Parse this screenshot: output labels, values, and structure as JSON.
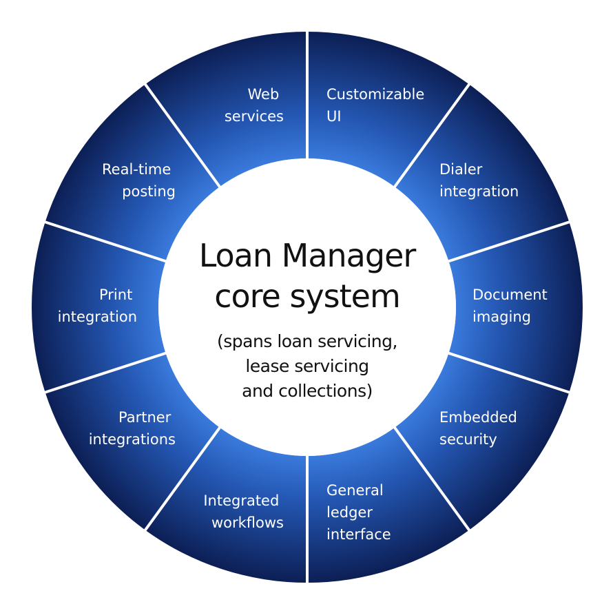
{
  "center": {
    "title_lines": [
      "Loan Manager",
      "core system"
    ],
    "subtitle_lines": [
      "(spans loan servicing,",
      "lease servicing",
      "and collections)"
    ]
  },
  "segments": [
    {
      "lines": [
        "Customizable",
        "UI"
      ]
    },
    {
      "lines": [
        "Dialer",
        "integration"
      ]
    },
    {
      "lines": [
        "Document",
        "imaging"
      ]
    },
    {
      "lines": [
        "Embedded",
        "security"
      ]
    },
    {
      "lines": [
        "General",
        "ledger",
        "interface"
      ]
    },
    {
      "lines": [
        "Integrated",
        "workflows"
      ]
    },
    {
      "lines": [
        "Partner",
        "integrations"
      ]
    },
    {
      "lines": [
        "Print",
        "integration"
      ]
    },
    {
      "lines": [
        "Real-time",
        "posting"
      ]
    },
    {
      "lines": [
        "Web",
        "services"
      ]
    }
  ],
  "colors": {
    "ring_inner": "#3f83e6",
    "ring_mid": "#2457b3",
    "ring_outer": "#0c1f55",
    "divider": "#ffffff",
    "center_fill": "#ffffff",
    "segment_text": "#ffffff",
    "center_text": "#111111"
  }
}
